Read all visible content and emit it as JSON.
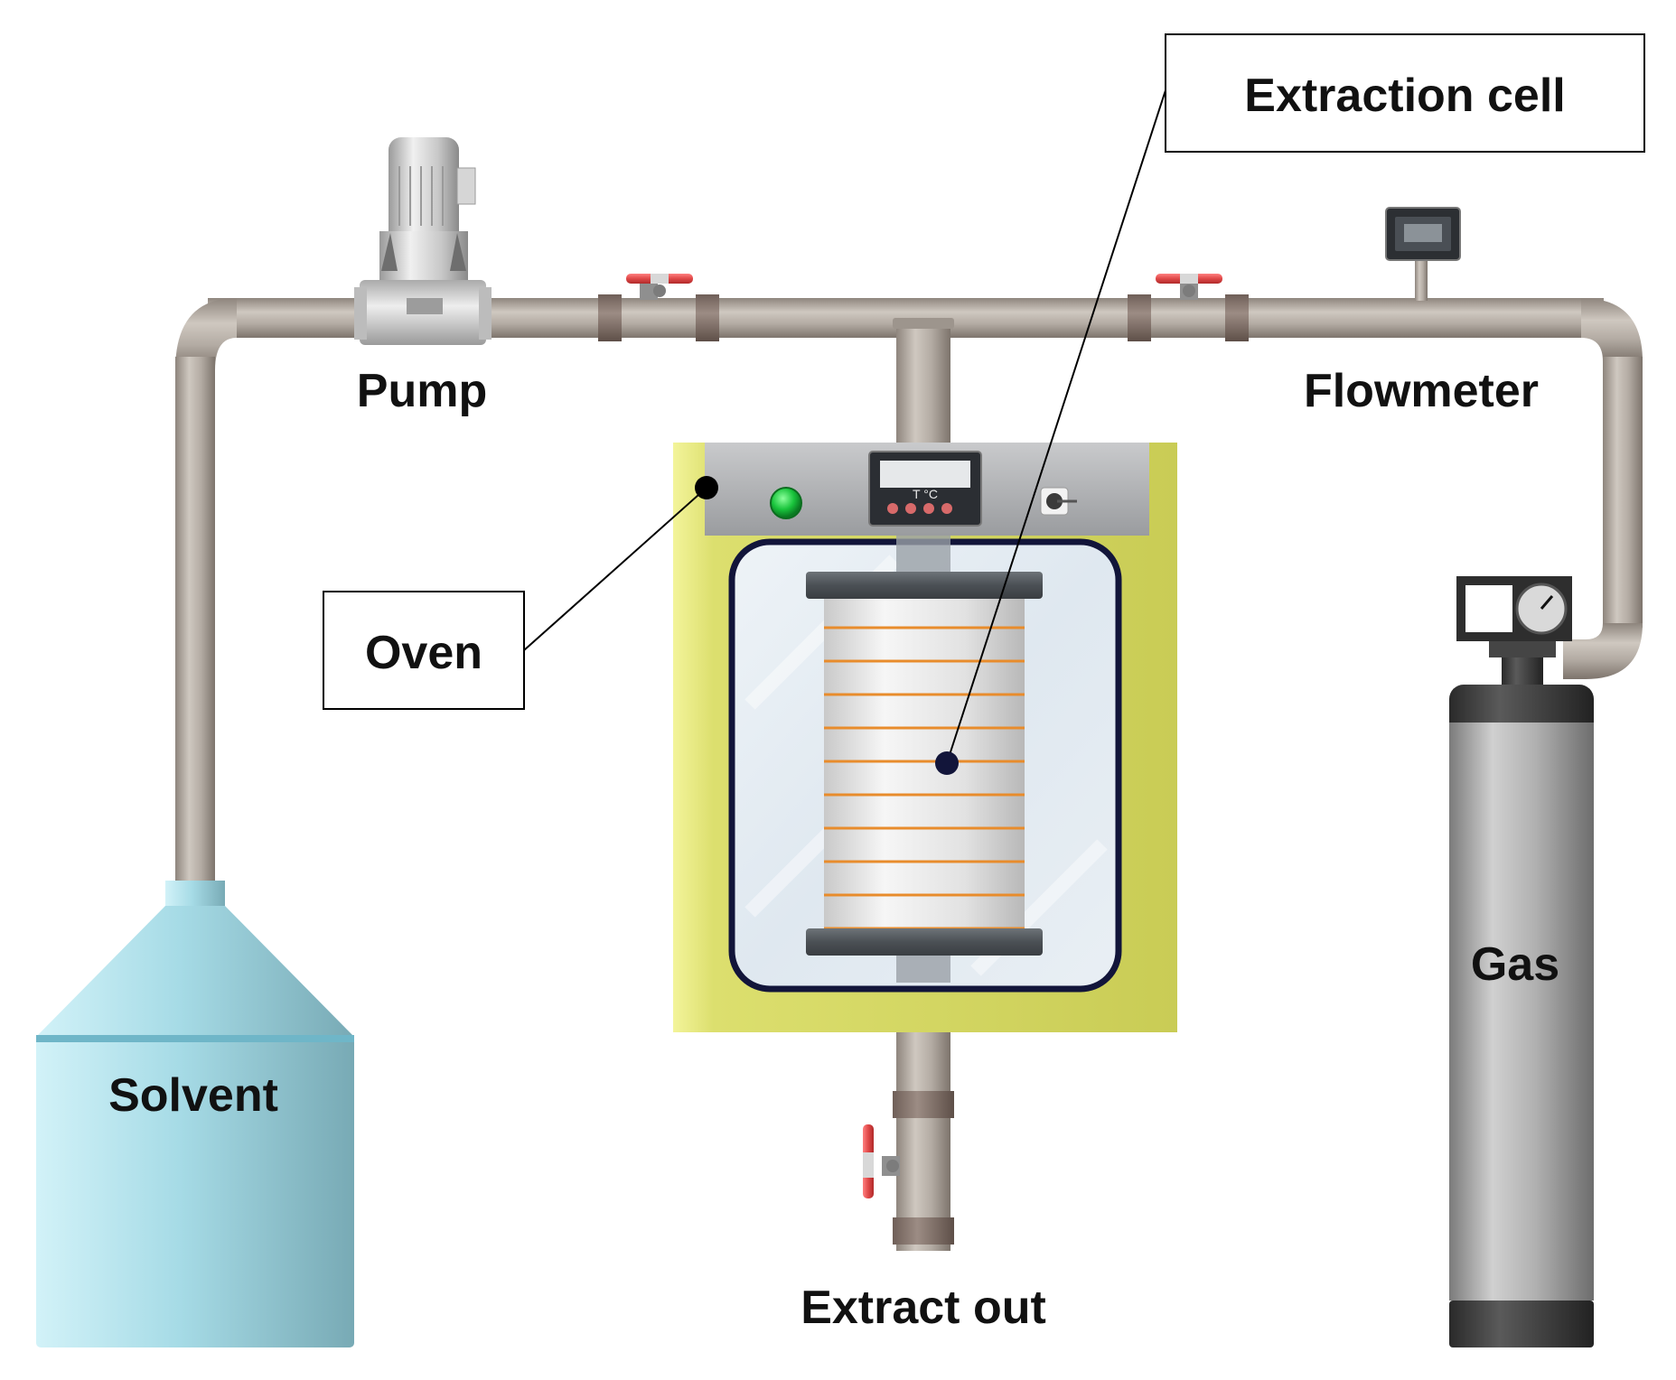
{
  "labels": {
    "extraction_cell": "Extraction cell",
    "pump": "Pump",
    "flowmeter": "Flowmeter",
    "oven": "Oven",
    "solvent": "Solvent",
    "gas": "Gas",
    "extract_out": "Extract out"
  },
  "controller_display": "T °C",
  "colors": {
    "pipe": "#b4aca4",
    "oven": "#d9dc6a",
    "solvent": "#a6dbe6",
    "gas_cylinder": "#a9a9a9",
    "valve": "#e04848",
    "coil": "#e88c2c",
    "indicator_light": "#19c43c"
  }
}
